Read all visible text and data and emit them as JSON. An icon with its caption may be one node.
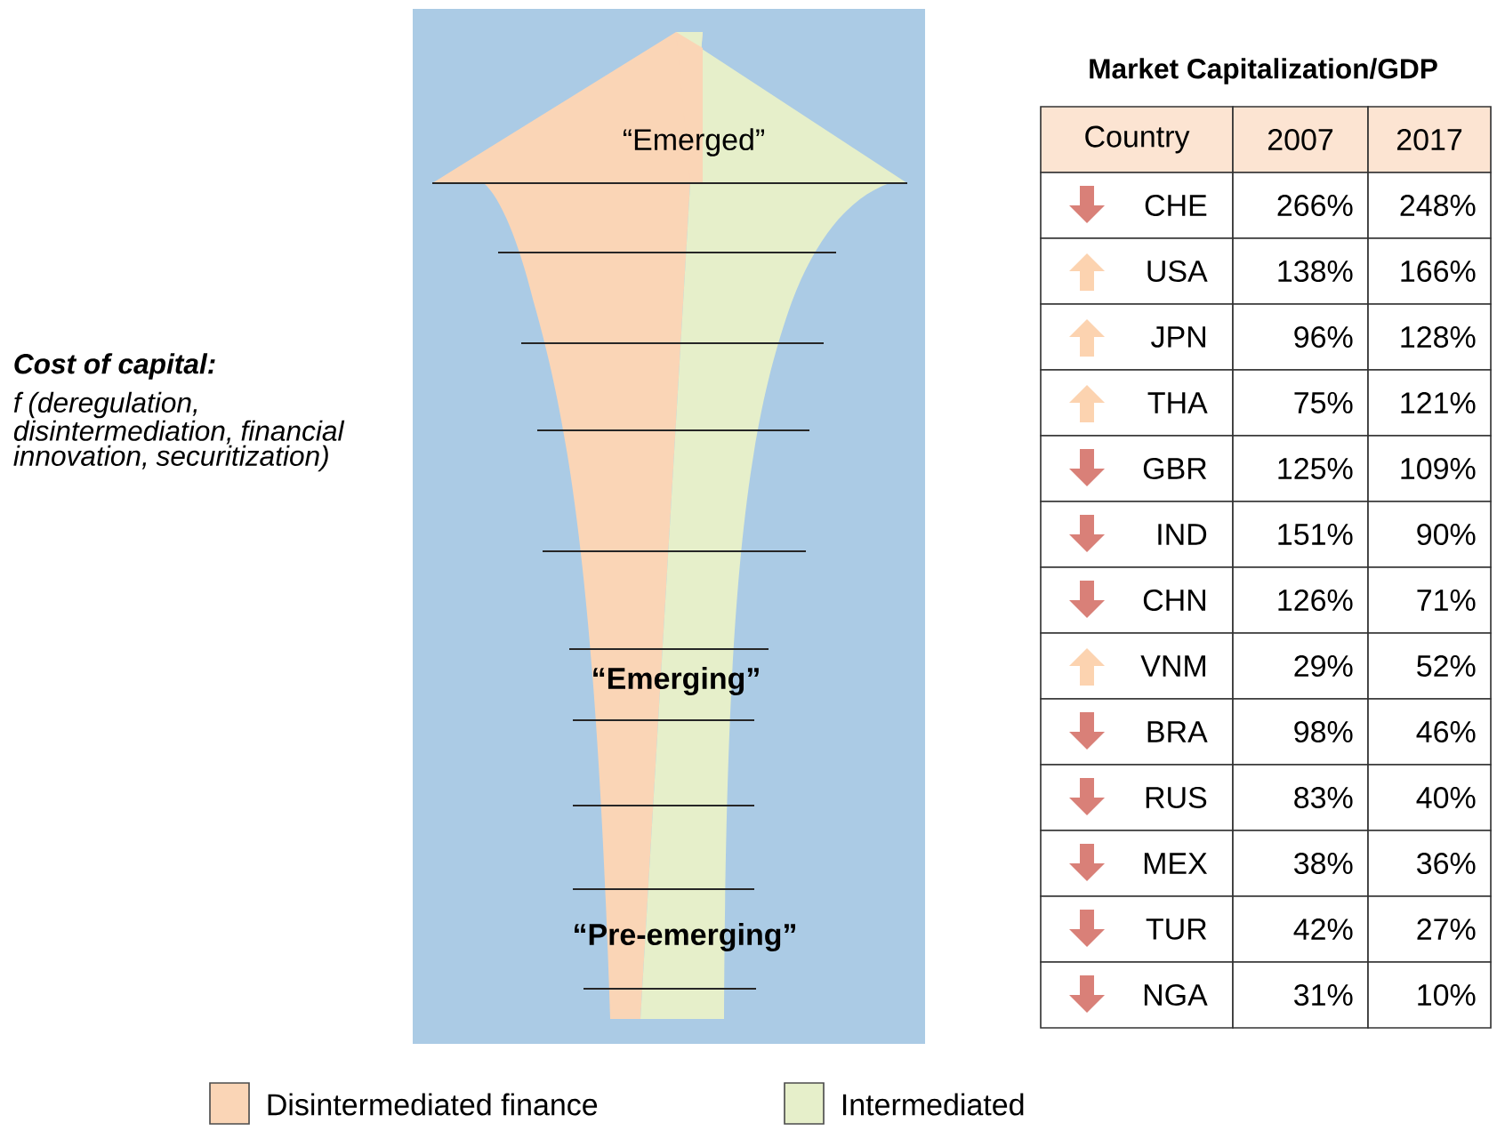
{
  "diagram": {
    "labels": [
      "“Emerged”",
      "“Emerging”",
      "“Pre-emerging”",
      "Cost of capital:",
      "f (deregulation, disintermediation, financial innovation, securitization)",
      "Market Capitalization/GDP",
      "Country",
      "2007",
      "2017",
      "CHE",
      "266%",
      "248%",
      "USA",
      "138%",
      "166%",
      "JPN",
      "96%",
      "128%",
      "THA",
      "75%",
      "121%",
      "GBR",
      "125%",
      "109%",
      "IND",
      "151%",
      "90%",
      "CHN",
      "126%",
      "71%",
      "VNM",
      "29%",
      "52%",
      "BRA",
      "98%",
      "46%",
      "RUS",
      "83%",
      "40%",
      "MEX",
      "38%",
      "36%",
      "TUR",
      "42%",
      "27%",
      "NGA",
      "31%",
      "10%"
    ],
    "legend": [
      {
        "text": "Disintermediated finance",
        "color": "#fad5b6"
      },
      {
        "text": "Intermediated",
        "color": "#e6efca"
      }
    ]
  }
}
